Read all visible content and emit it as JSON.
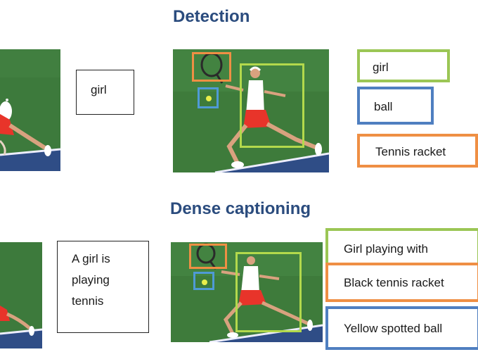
{
  "detection": {
    "title": "Detection",
    "input_label": "girl",
    "outputs": [
      "girl",
      "ball",
      "Tennis racket"
    ]
  },
  "dense_captioning": {
    "title": "Dense captioning",
    "input_caption_lines": [
      "A girl is",
      "playing",
      "tennis"
    ],
    "outputs": [
      "Girl playing with",
      "Black tennis racket",
      "Yellow spotted ball"
    ]
  },
  "colors": {
    "title": "#2b4c7e",
    "girl_box": "#9bc655",
    "ball_box": "#4f7fc0",
    "racket_box": "#ef8f44"
  }
}
